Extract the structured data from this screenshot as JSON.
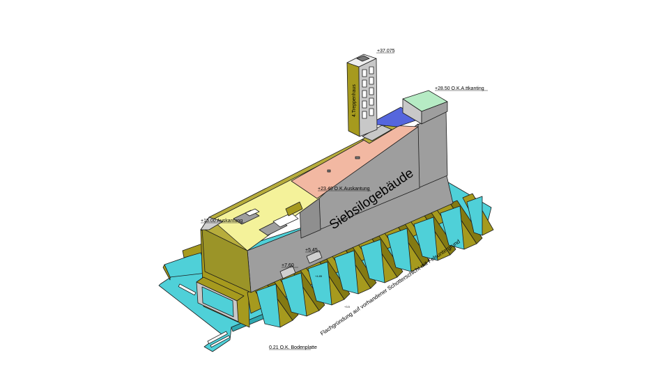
{
  "diagram": {
    "building_label": "Siebsilogebäude",
    "tower_label": "4.Treppenhaus",
    "foundation_note": "Flachgründung auf vorhandener Schotterschicht mit Felsuntergrund",
    "levels": {
      "tower_top": "+37.075",
      "upper_right": "+28.50 O.K.A.ttkanting",
      "middle": "+23.40 O.K.Auskantung",
      "left": "+15.00 Auskantung",
      "step_a": "+7.60",
      "step_b": "+5.45",
      "step_c": "+4.85",
      "small_a": "+3.5",
      "base": "0.21 O.K. Bodenplatte"
    },
    "colors": {
      "wall": "#9e9e9e",
      "wall_dark": "#858585",
      "olive": "#a69a1e",
      "olive_dark": "#847a12",
      "cyan": "#4fd0d8",
      "yellow": "#f4f29a",
      "salmon": "#f2b8a2",
      "blue": "#5566dd",
      "mint": "#b6ebc4"
    }
  }
}
